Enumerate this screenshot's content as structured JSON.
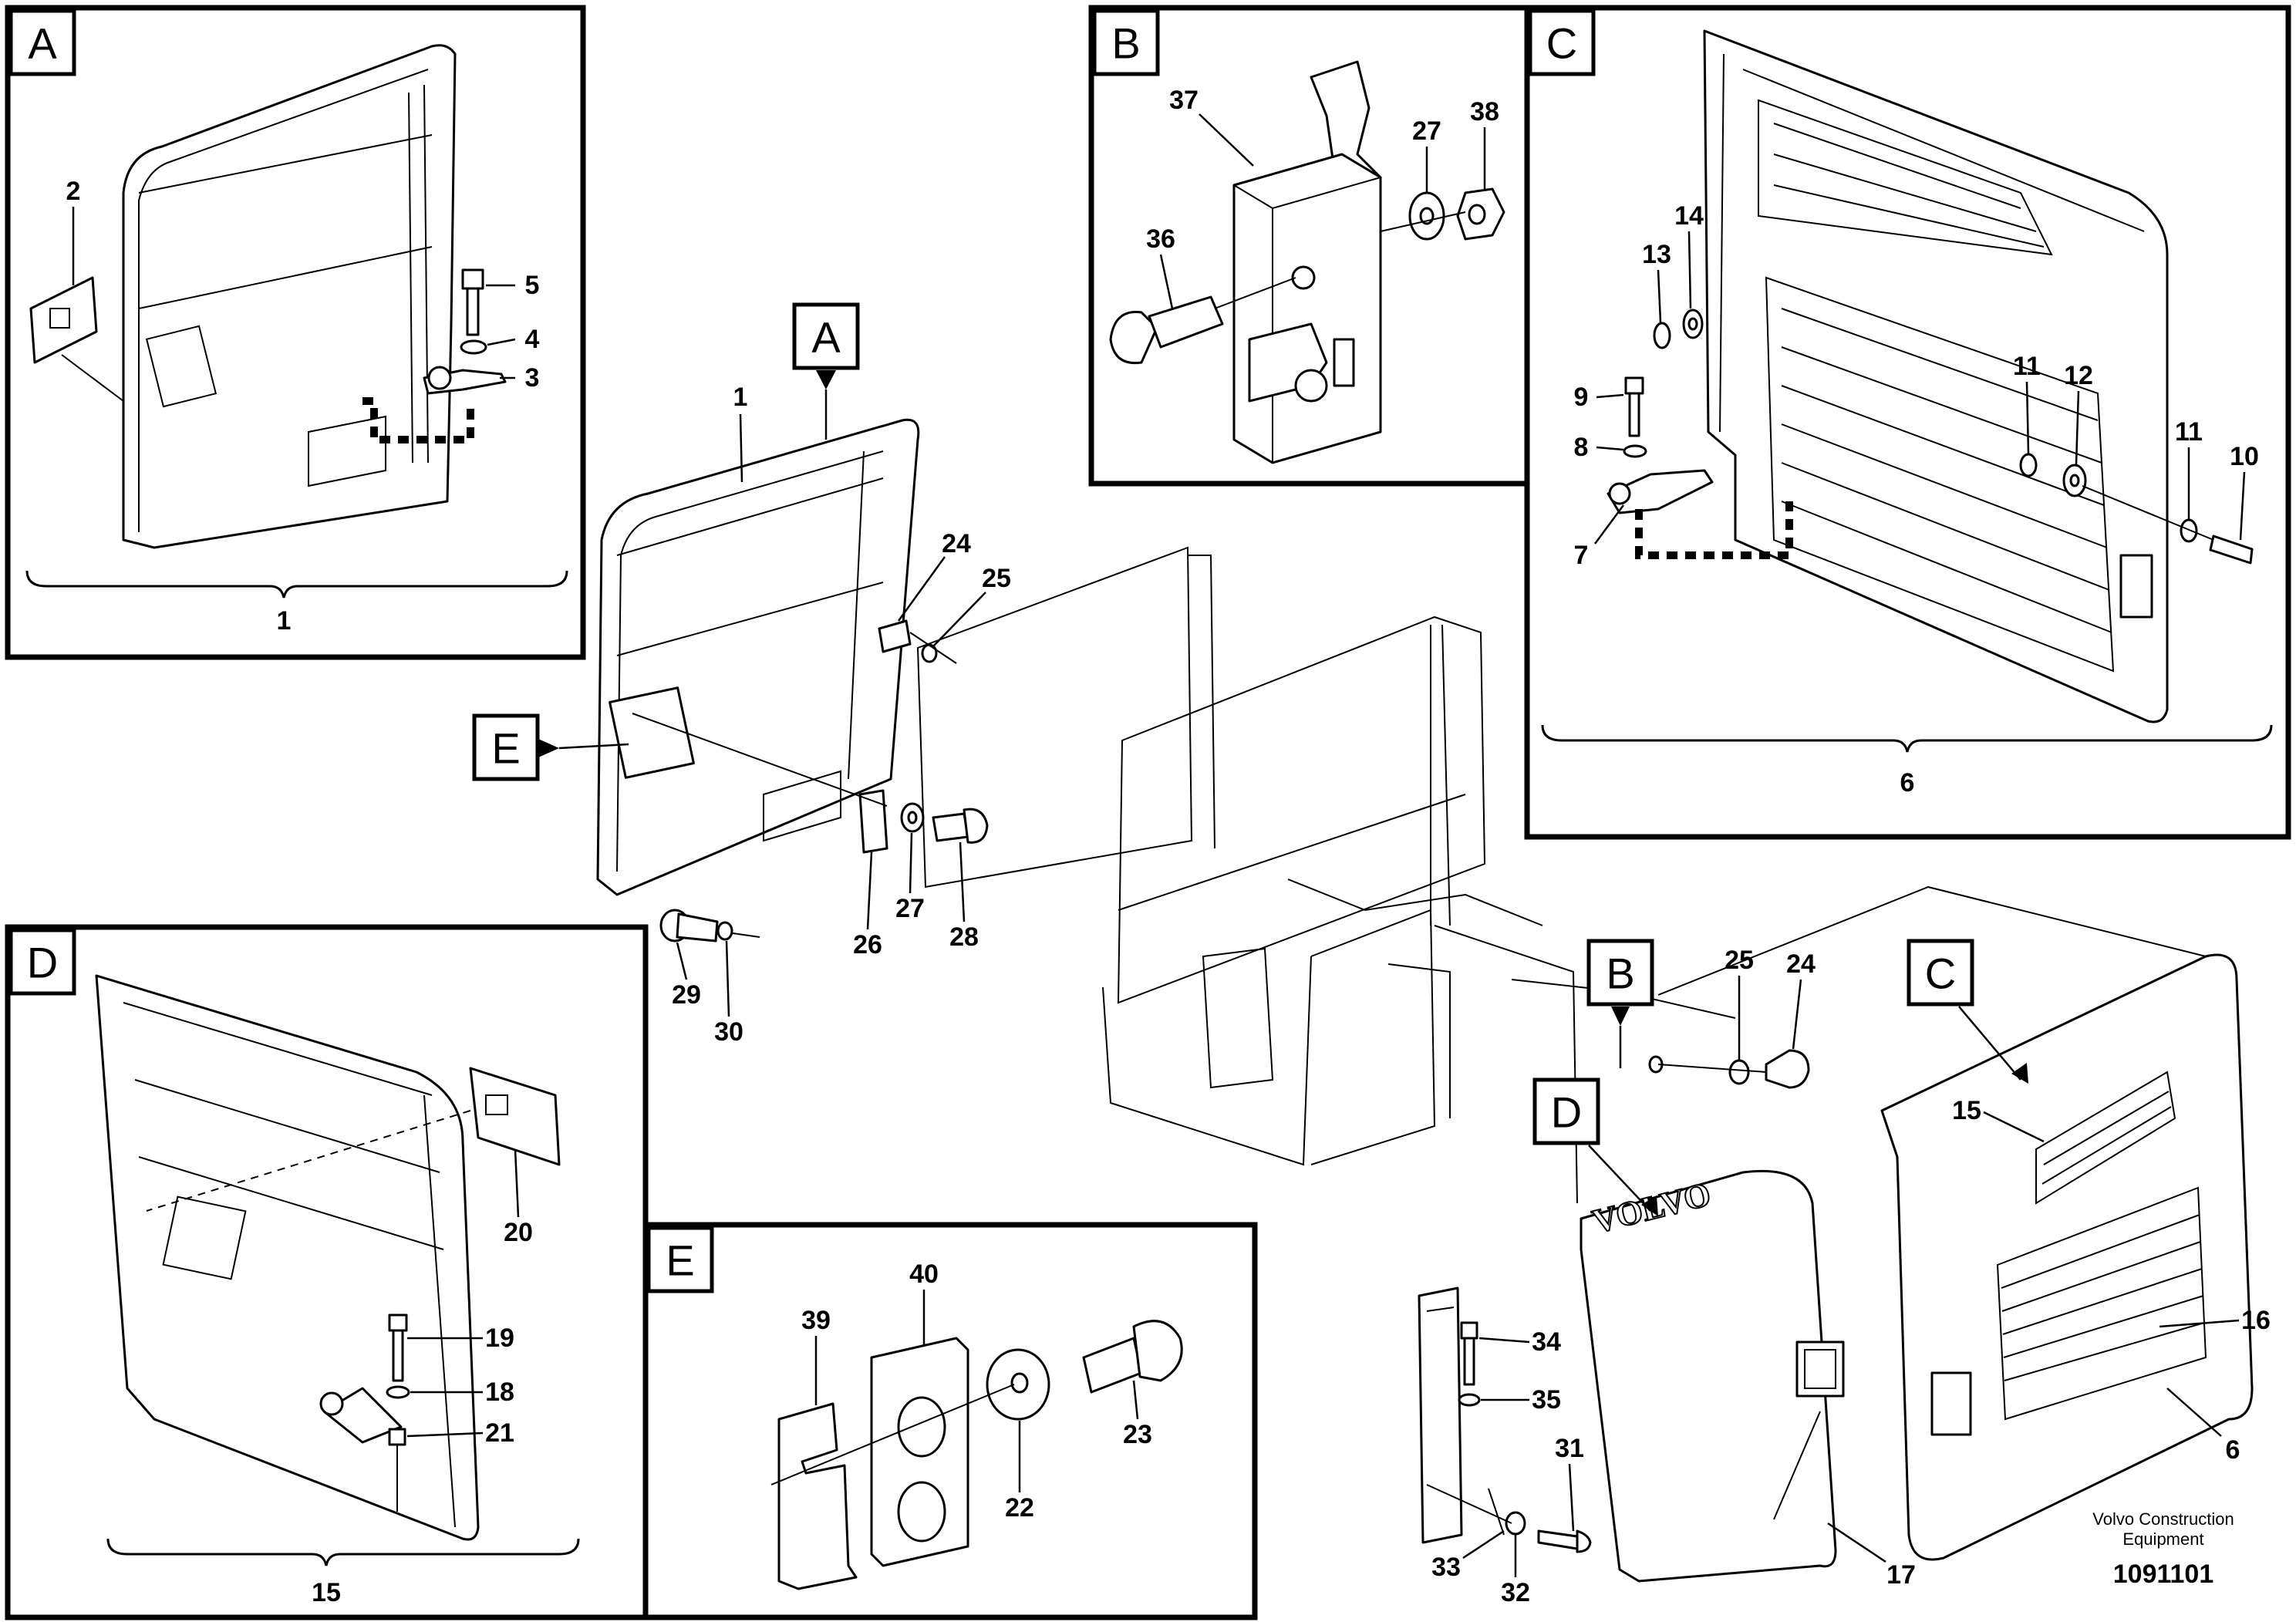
{
  "panels": {
    "A": {
      "label": "A",
      "assembly": "1",
      "callouts": [
        "2",
        "5",
        "4",
        "3"
      ]
    },
    "B": {
      "label": "B",
      "callouts": [
        "37",
        "27",
        "38",
        "36"
      ]
    },
    "C": {
      "label": "C",
      "assembly": "6",
      "callouts": [
        "14",
        "13",
        "9",
        "8",
        "7",
        "11",
        "12",
        "11",
        "10"
      ]
    },
    "D": {
      "label": "D",
      "assembly": "15",
      "callouts": [
        "20",
        "19",
        "18",
        "21"
      ]
    },
    "E": {
      "label": "E",
      "callouts": [
        "39",
        "40",
        "22",
        "23"
      ]
    }
  },
  "main": {
    "view_tags": [
      "A",
      "E",
      "B",
      "C",
      "D"
    ],
    "callouts": [
      "1",
      "24",
      "25",
      "27",
      "28",
      "26",
      "29",
      "30",
      "25",
      "24",
      "15",
      "16",
      "6",
      "34",
      "35",
      "31",
      "33",
      "32",
      "17"
    ],
    "logo_text": "VOLVO"
  },
  "footer": {
    "company_line1": "Volvo Construction",
    "company_line2": "Equipment",
    "drawing_number": "1091101"
  }
}
